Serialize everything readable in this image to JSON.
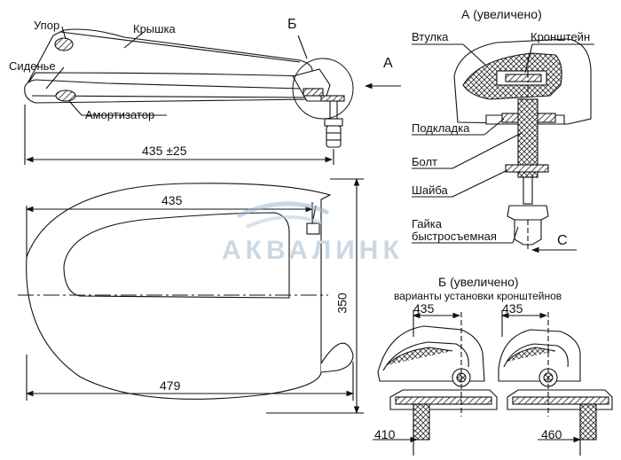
{
  "labels": {
    "upor": "Упор",
    "kryshka": "Крышка",
    "sidenie": "Сиденье",
    "amortizator": "Амортизатор",
    "vtulka": "Втулка",
    "kronshtein": "Кронштейн",
    "podkladka": "Подкладка",
    "bolt": "Болт",
    "shaiba": "Шайба",
    "gaika_line1": "Гайка",
    "gaika_line2": "быстросъемная"
  },
  "callouts": {
    "b": "Б",
    "a": "А",
    "c": "С"
  },
  "titles": {
    "view_a": "А (увеличено)",
    "view_b": "Б (увеличено)",
    "view_b_sub": "варианты установки кронштейнов"
  },
  "dimensions": {
    "side_length": "435 ±25",
    "top_inner": "435",
    "top_total": "479",
    "height": "350",
    "var1_top": "435",
    "var1_bottom": "410",
    "var2_top": "435",
    "var2_bottom": "460"
  },
  "watermark": "АКВАЛИНК"
}
